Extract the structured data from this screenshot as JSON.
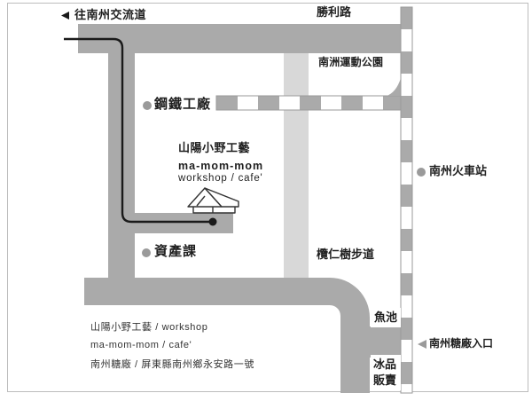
{
  "labels": {
    "interchange": "往南州交流道",
    "shengli_road": "勝利路",
    "sports_park": "南洲運動公園",
    "steel_factory": "鋼鐵工廠",
    "workshop_title": "山陽小野工藝",
    "workshop_sub": "ma-mom-mom",
    "workshop_sub2": "workshop / cafe'",
    "assets_dept": "資產課",
    "tree_trail": "欖仁樹步道",
    "train_station": "南州火車站",
    "fish_pond": "魚池",
    "sugar_factory_entrance": "南州糖廠入口",
    "ice_shop_line1": "冰品",
    "ice_shop_line2": "販賣"
  },
  "legend": {
    "lines": [
      "山陽小野工藝 / workshop",
      "ma-mom-mom / cafe'",
      "南州糖廠 / 屏東縣南州鄉永安路一號"
    ]
  },
  "icons": {
    "interchange_arrow": "left-triangle",
    "entrance_arrow": "left-triangle",
    "place_marker": "gray-dot",
    "destination": "house",
    "route_end": "black-dot"
  },
  "colors": {
    "road": "#aaaaaa",
    "roadlight": "#d8d8d8",
    "rail": "#9a9a9a",
    "marker": "#9a9a9a",
    "route": "#1a1a1a",
    "frame": "#bcbcbc",
    "text": "#1f1f1f",
    "legendtext": "#333333"
  }
}
